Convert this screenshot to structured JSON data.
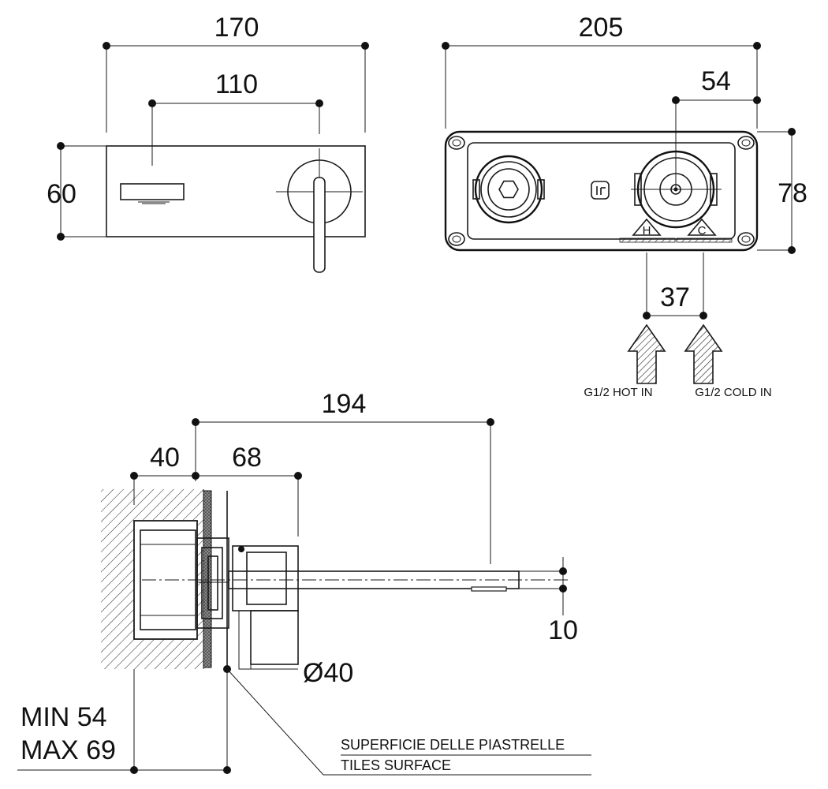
{
  "front_view": {
    "width_label": "170",
    "centers_label": "110",
    "height_label": "60"
  },
  "plate_view": {
    "width_label": "205",
    "offset_label": "54",
    "height_label": "78",
    "inlet_spacing_label": "37",
    "hot_marker": "H",
    "cold_marker": "C",
    "hot_inlet_label": "G1/2 HOT IN",
    "cold_inlet_label": "G1/2 COLD IN"
  },
  "side_view": {
    "projection_label": "194",
    "wall_depth_label": "40",
    "body_depth_label": "68",
    "spout_height_label": "10",
    "diameter_label": "Ø40",
    "min_label": "MIN 54",
    "max_label": "MAX 69",
    "tile_note_it": "SUPERFICIE DELLE PIASTRELLE",
    "tile_note_en": "TILES SURFACE"
  },
  "colors": {
    "line": "#1a1a1a",
    "background": "#ffffff"
  }
}
